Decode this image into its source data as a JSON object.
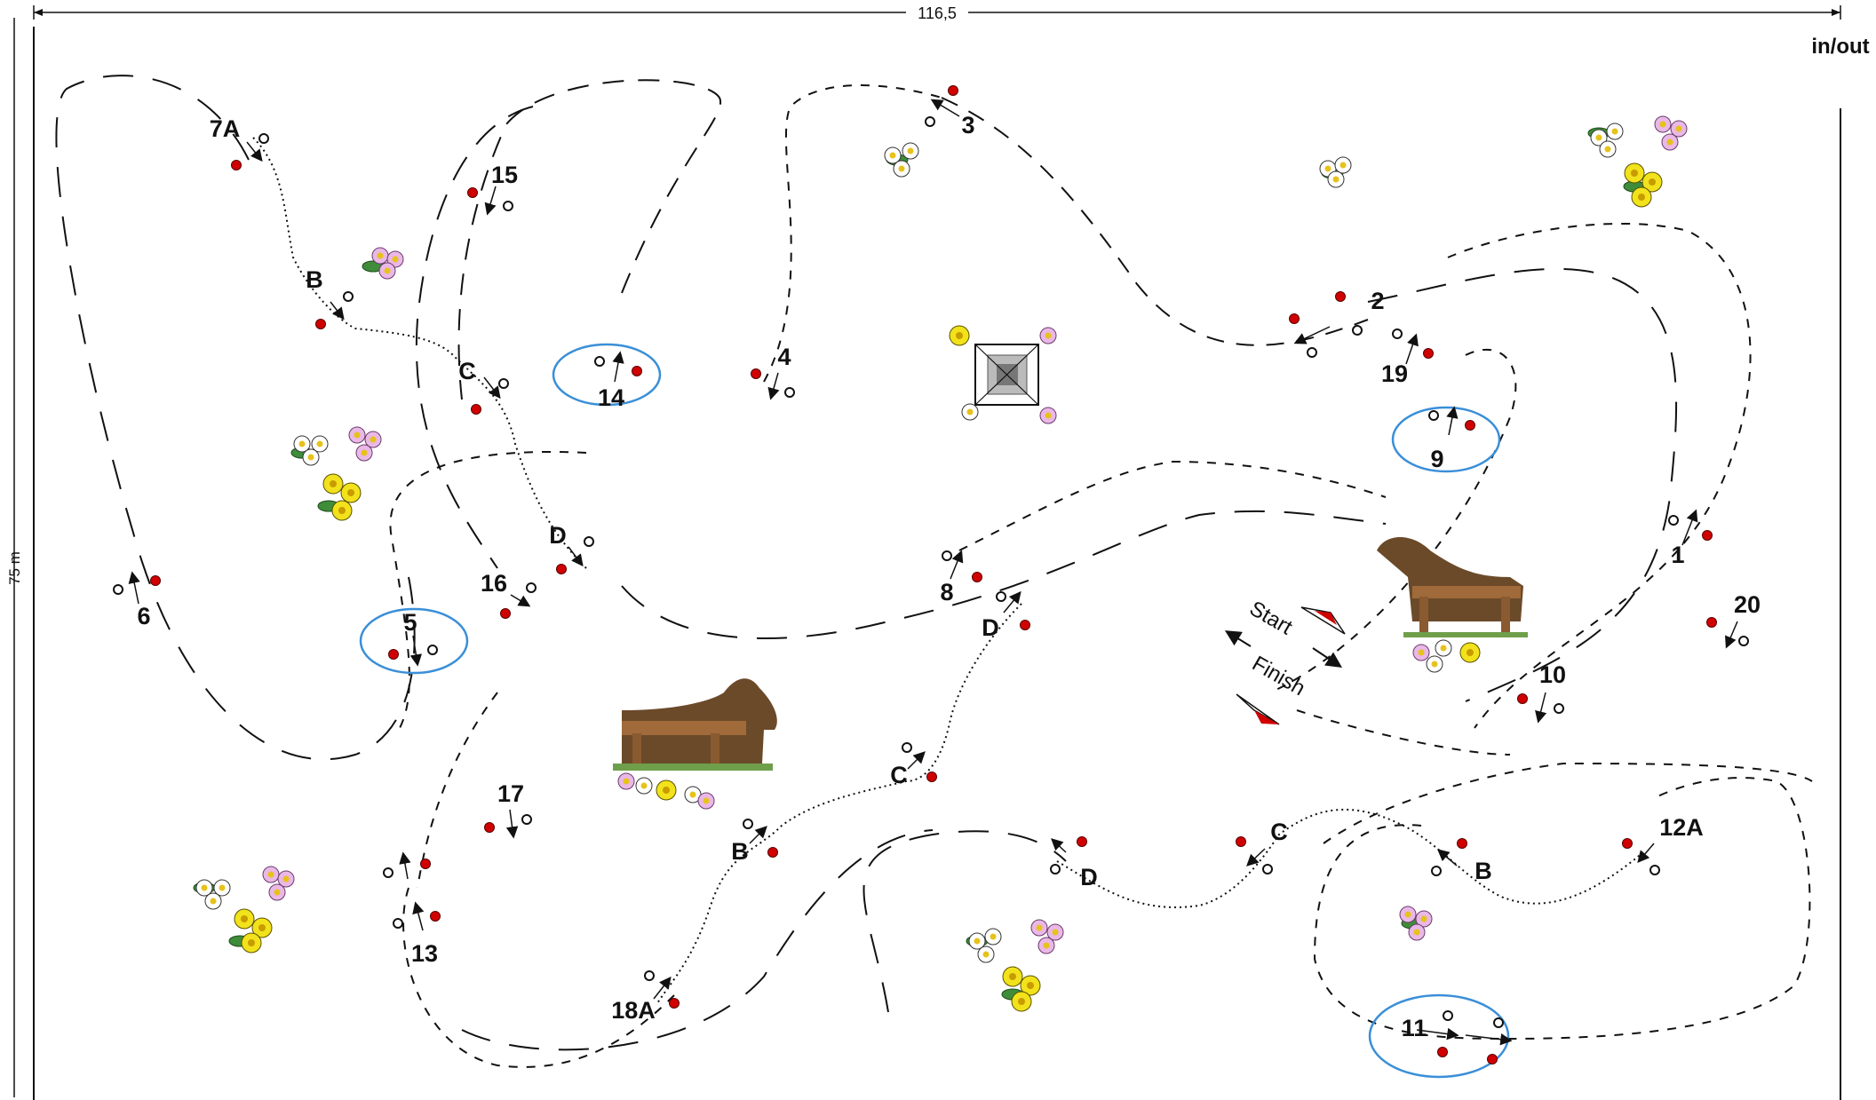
{
  "dimensions": {
    "width_label": "116,5",
    "height_label": "75 m"
  },
  "in_out_label": "in/out",
  "start_label": "Start",
  "finish_label": "Finish",
  "obstacles": {
    "o1": "1",
    "o2": "2",
    "o3": "3",
    "o4": "4",
    "o5": "5",
    "o6": "6",
    "o7a": "7A",
    "o7b": "B",
    "o7c": "C",
    "o7d": "D",
    "o8": "8",
    "o8d": "D",
    "o8c": "C",
    "o8b": "B",
    "o9": "9",
    "o10": "10",
    "o11": "11",
    "o12a": "12A",
    "o12b": "B",
    "o12c": "C",
    "o12d": "D",
    "o13": "13",
    "o14": "14",
    "o15": "15",
    "o16": "16",
    "o17": "17",
    "o18a": "18A",
    "o19": "19",
    "o20": "20"
  },
  "colors": {
    "path": "#111111",
    "flag_red": "#d00000",
    "water_circle": "#3a8fd8",
    "flower_yellow": "#f2e21b",
    "flower_pink": "#e9b8e6",
    "leaf_green": "#3f8c3a"
  }
}
